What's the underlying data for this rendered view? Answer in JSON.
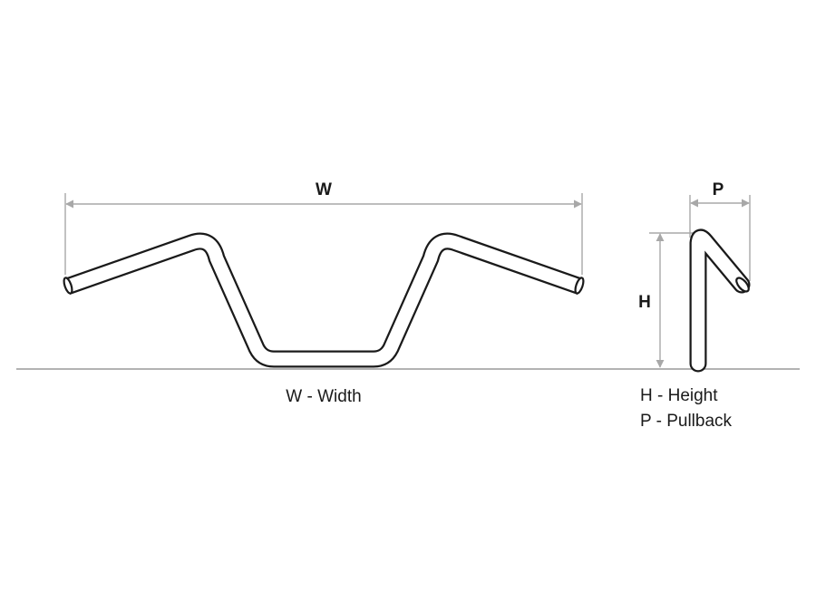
{
  "dimensions": {
    "width_letter": "W",
    "height_letter": "H",
    "pullback_letter": "P"
  },
  "legend": {
    "width": "W - Width",
    "height": "H - Height",
    "pullback": "P - Pullback"
  },
  "colors": {
    "outline": "#1a1a1a",
    "dimension_line": "#a8a8a8",
    "ground_line": "#9a9a9a",
    "background": "#ffffff"
  }
}
